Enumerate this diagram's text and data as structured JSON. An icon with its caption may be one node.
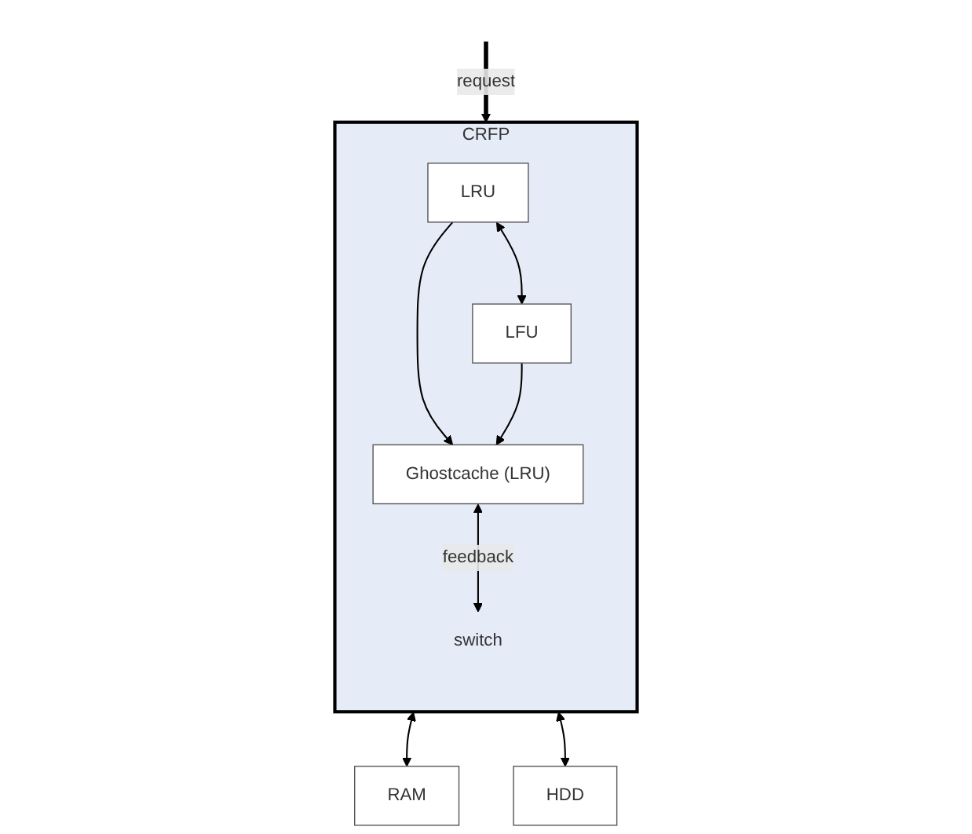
{
  "diagram": {
    "nodes": [
      {
        "text": [
          "CRFP"
        ]
      },
      {
        "text": [
          "switch"
        ],
        "in": 0
      },
      {
        "text": [
          "LRU"
        ],
        "in": 0
      },
      {
        "text": [
          "LFU"
        ],
        "in": 0
      },
      {
        "text": [
          "Ghostcache (LRU)"
        ],
        "in": 0
      },
      {
        "text": [
          "RAM"
        ]
      },
      {
        "text": [
          "HDD"
        ]
      }
    ],
    "edges": [
      {
        "from": null,
        "to": 0,
        "arrow": "to",
        "label": "request",
        "style": "thick"
      },
      {
        "from": 4,
        "to": 1,
        "arrow": "both",
        "label": "feedback"
      },
      {
        "from": 2,
        "to": 3,
        "arrow": "both"
      },
      {
        "from": 2,
        "to": 4,
        "arrow": "to"
      },
      {
        "from": 3,
        "to": 4,
        "arrow": "to"
      },
      {
        "from": 0,
        "to": 5,
        "arrow": "both"
      },
      {
        "from": 0,
        "to": 6,
        "arrow": "both"
      }
    ]
  }
}
